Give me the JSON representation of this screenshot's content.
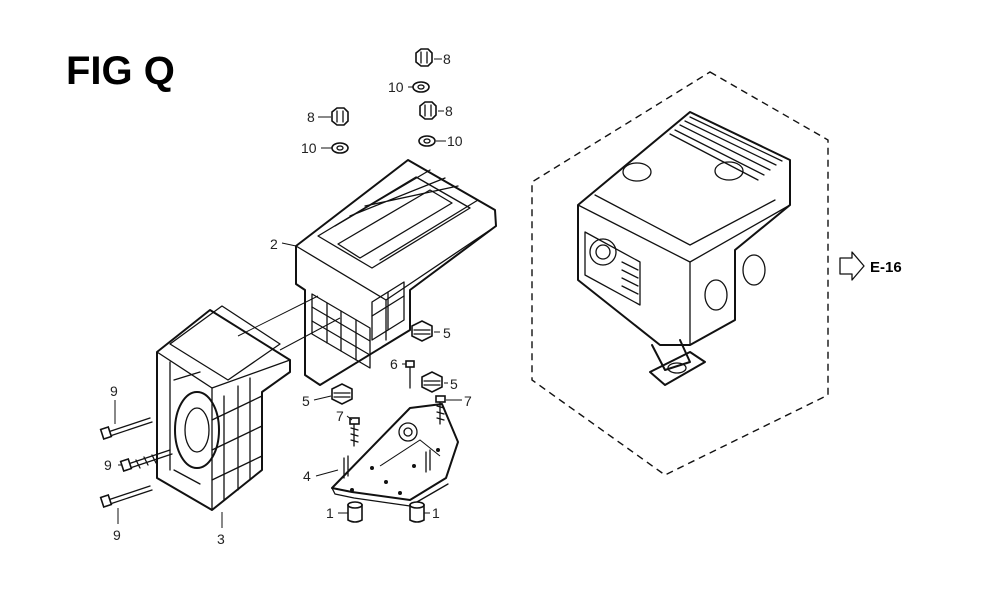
{
  "figure": {
    "title": "FIG Q"
  },
  "reference": {
    "label": "E-16"
  },
  "callouts": {
    "c1a": "1",
    "c1b": "1",
    "c2": "2",
    "c3": "3",
    "c4": "4",
    "c5a": "5",
    "c5b": "5",
    "c5c": "5",
    "c6": "6",
    "c7a": "7",
    "c7b": "7",
    "c8a": "8",
    "c8b": "8",
    "c8c": "8",
    "c9a": "9",
    "c9b": "9",
    "c9c": "9",
    "c10a": "10",
    "c10b": "10",
    "c10c": "10"
  }
}
